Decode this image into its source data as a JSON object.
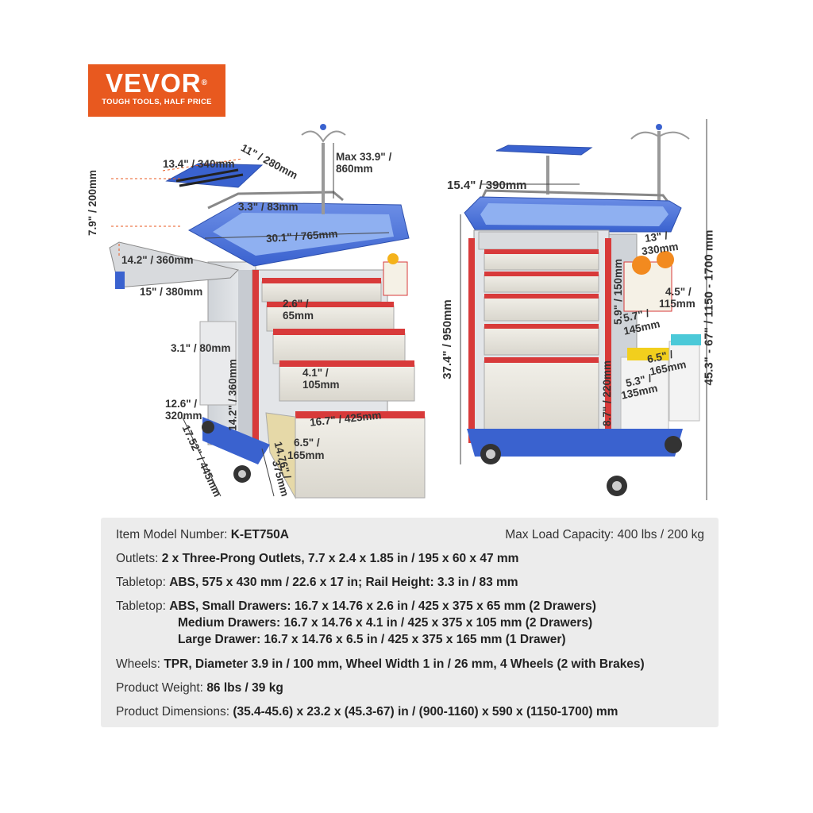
{
  "logo": {
    "brand": "VEVOR",
    "reg": "®",
    "tagline": "TOUGH TOOLS, HALF PRICE",
    "color": "#e8591f"
  },
  "left_dims": {
    "tray_w": "13.4\" / 340mm",
    "tray_d": "11\" / 280mm",
    "tray_h": "7.9\" / 200mm",
    "pole": "Max 33.9\" /",
    "pole2": "860mm",
    "rail": "3.3\" / 83mm",
    "top_w": "30.1\" / 765mm",
    "shelf_d": "14.2\" / 360mm",
    "shelf_w": "15\" / 380mm",
    "drawer1": "2.6\" /",
    "drawer1b": "65mm",
    "bin_top": "3.1\" / 80mm",
    "drawer2": "4.1\" /",
    "drawer2b": "105mm",
    "bin_h": "14.2\" / 360mm",
    "bin_w": "12.6\" /",
    "bin_w2": "320mm",
    "drawer_w": "16.7\" / 425mm",
    "drawer3": "6.5\" /",
    "drawer3b": "165mm",
    "depth": "17.52\" / 445mm",
    "drawer_d": "14.76\" /",
    "drawer_d2": "375mm"
  },
  "right_dims": {
    "tray": "15.4\" / 390mm",
    "body_h": "37.4\" / 950mm",
    "total_h": "45.3\" - 67\" / 1150 - 1700 mm",
    "basket_w": "13\" /",
    "basket_w2": "330mm",
    "basket_h": "4.5\" /",
    "basket_h2": "115mm",
    "basket_gap": "5.9\" / 150mm",
    "basket_d": "5.7\" /",
    "basket_d2": "145mm",
    "sharps": "6.5\" /",
    "sharps2": "165mm",
    "sharps_w": "5.3\" /",
    "sharps_w2": "135mm",
    "bin_gap": "8.7\" / 220mm"
  },
  "specs": {
    "model_label": "Item Model Number: ",
    "model_value": "K-ET750A",
    "load_label": "Max Load Capacity: ",
    "load_value": "400 lbs / 200 kg",
    "outlets_label": "Outlets: ",
    "outlets_value": "2 x Three-Prong Outlets, 7.7 x 2.4 x 1.85 in / 195 x 60 x 47 mm",
    "tabletop_label": "Tabletop: ",
    "tabletop_value": "ABS, 575 x 430 mm / 22.6 x 17 in; Rail Height: 3.3 in / 83 mm",
    "drawers_label": "Tabletop: ",
    "drawers_value1": "ABS, Small Drawers: 16.7 x 14.76 x 2.6 in / 425 x 375 x 65 mm (2 Drawers)",
    "drawers_value2": "Medium Drawers: 16.7 x 14.76 x 4.1 in / 425 x 375 x 105 mm (2 Drawers)",
    "drawers_value3": "Large Drawer: 16.7 x 14.76 x 6.5 in / 425 x 375 x 165 mm (1 Drawer)",
    "wheels_label": "Wheels: ",
    "wheels_value": "TPR, Diameter 3.9 in / 100 mm, Wheel Width 1 in / 26 mm, 4 Wheels (2 with Brakes)",
    "weight_label": "Product Weight: ",
    "weight_value": "86 lbs / 39 kg",
    "dims_label": "Product Dimensions: ",
    "dims_value": "(35.4-45.6) x 23.2 x (45.3-67) in / (900-1160) x 590 x (1150-1700) mm"
  }
}
